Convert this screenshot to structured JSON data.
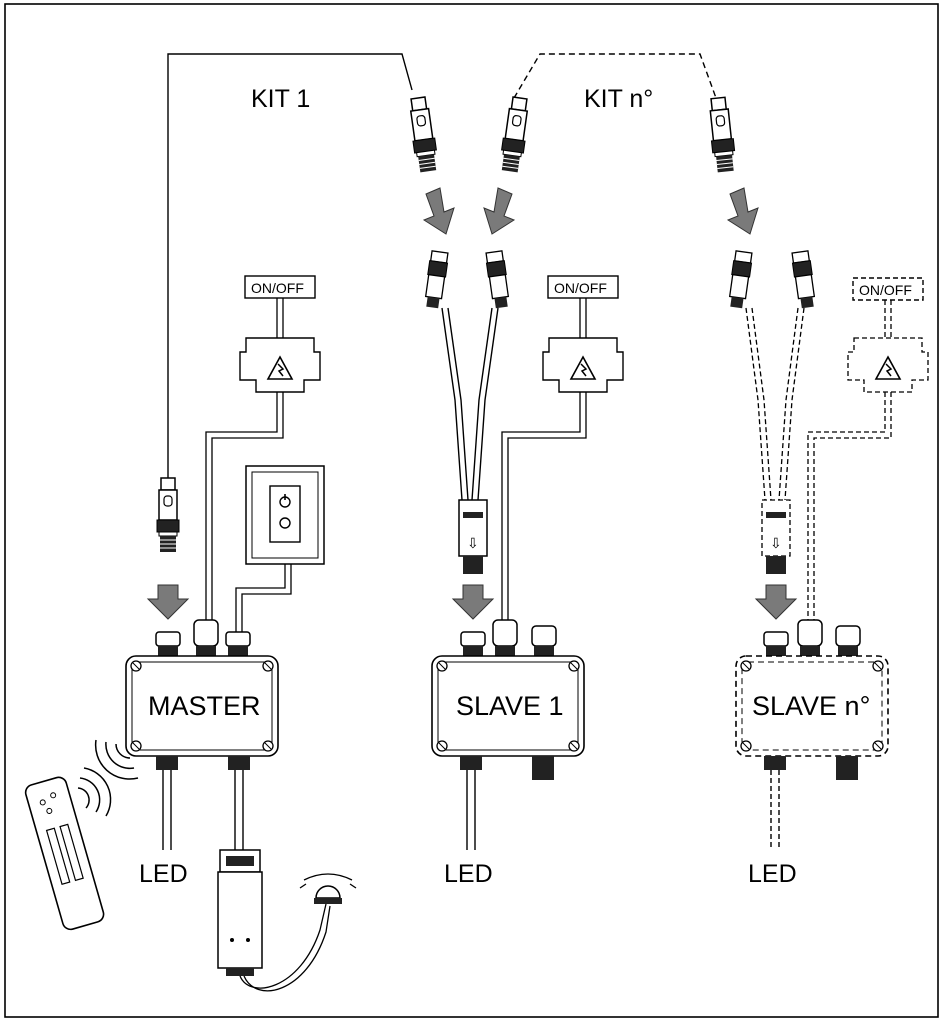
{
  "kit_labels": {
    "kit1": "KIT 1",
    "kitn": "KIT n°"
  },
  "units": {
    "master": "MASTER",
    "slave1": "SLAVE 1",
    "slaven": "SLAVE n°"
  },
  "led_label": "LED",
  "switch_label": "ON/OFF",
  "colors": {
    "line": "#000000",
    "arrow_fill": "#7a7a7a",
    "background": "#ffffff"
  },
  "icons": {
    "power": "power-icon",
    "warning": "lightning-warning-icon",
    "remote": "remote-control-icon",
    "sensor": "motion-sensor-icon"
  }
}
